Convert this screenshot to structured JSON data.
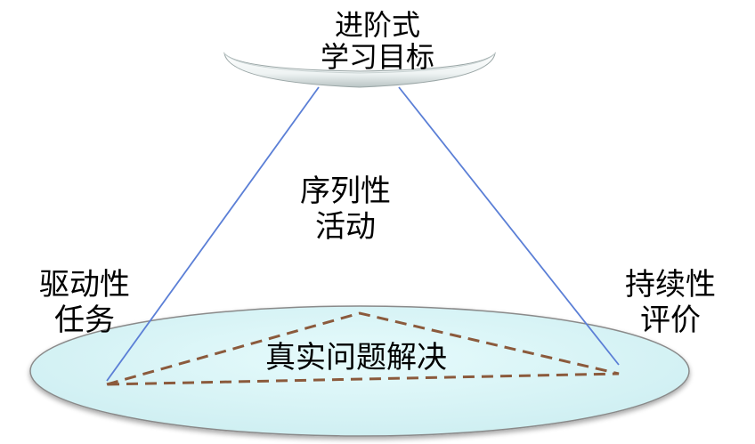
{
  "top_goal": {
    "line1": "进阶式",
    "line2": "学习目标"
  },
  "center_activity": {
    "line1": "序列性",
    "line2": "活动"
  },
  "left_task": {
    "line1": "驱动性",
    "line2": "任务"
  },
  "right_evaluation": {
    "line1": "持续性",
    "line2": "评价"
  },
  "base_problem": {
    "label": "真实问题解决"
  },
  "colors": {
    "base_fill": "#d9f6f8",
    "base_outline": "#8a8a8a",
    "cone_lines": "#5b7fd6",
    "dashed_triangle": "#8b5a3c",
    "top_disc": "#f4f7f7"
  }
}
